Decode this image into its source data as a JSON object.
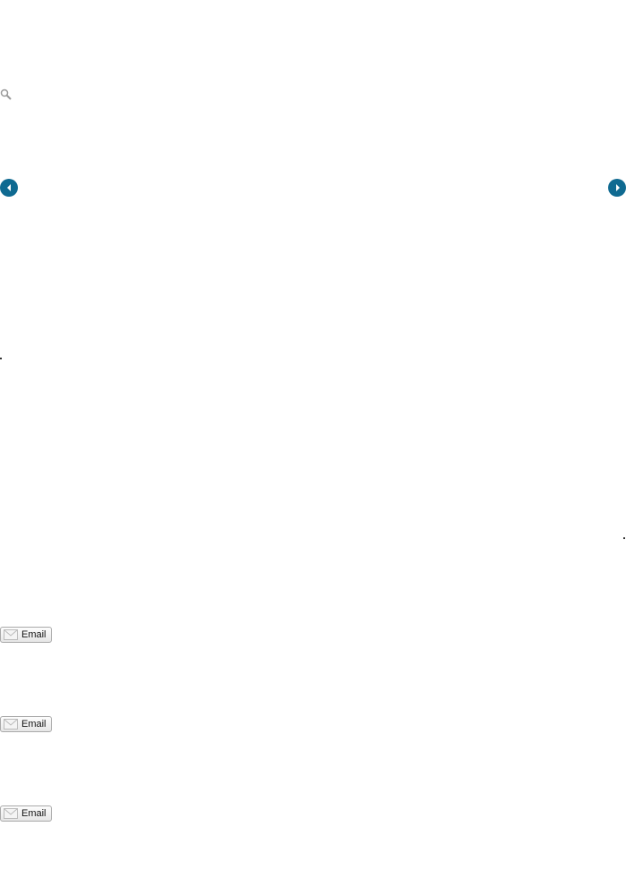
{
  "icons": {
    "search": "search-icon",
    "prev": "chevron-left-icon",
    "next": "chevron-right-icon",
    "email": "envelope-icon"
  },
  "colors": {
    "nav_accent": "#0f6a91"
  },
  "email_buttons": [
    {
      "label": "Email"
    },
    {
      "label": "Email"
    },
    {
      "label": "Email"
    }
  ]
}
